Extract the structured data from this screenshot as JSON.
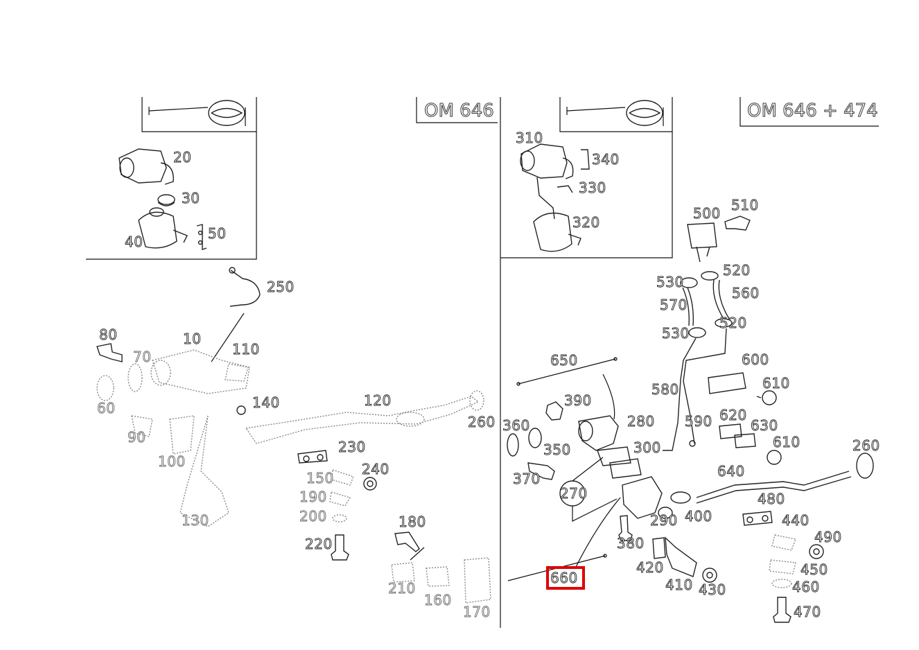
{
  "headers": {
    "left": "OM 646",
    "right": "OM 646 + 474"
  },
  "highlight": {
    "label": "660",
    "color": "#e00000"
  },
  "part_labels": [
    "20",
    "30",
    "40",
    "50",
    "310",
    "340",
    "330",
    "320",
    "250",
    "80",
    "70",
    "10",
    "110",
    "60",
    "140",
    "120",
    "260",
    "90",
    "100",
    "130",
    "230",
    "150",
    "240",
    "190",
    "200",
    "220",
    "180",
    "210",
    "160",
    "170",
    "500",
    "510",
    "530",
    "520",
    "570",
    "560",
    "530",
    "520",
    "650",
    "600",
    "610",
    "580",
    "590",
    "390",
    "280",
    "360",
    "350",
    "620",
    "630",
    "610",
    "260",
    "300",
    "370",
    "640",
    "270",
    "480",
    "400",
    "290",
    "440",
    "380",
    "490",
    "420",
    "450",
    "410",
    "430",
    "460",
    "660",
    "470"
  ]
}
